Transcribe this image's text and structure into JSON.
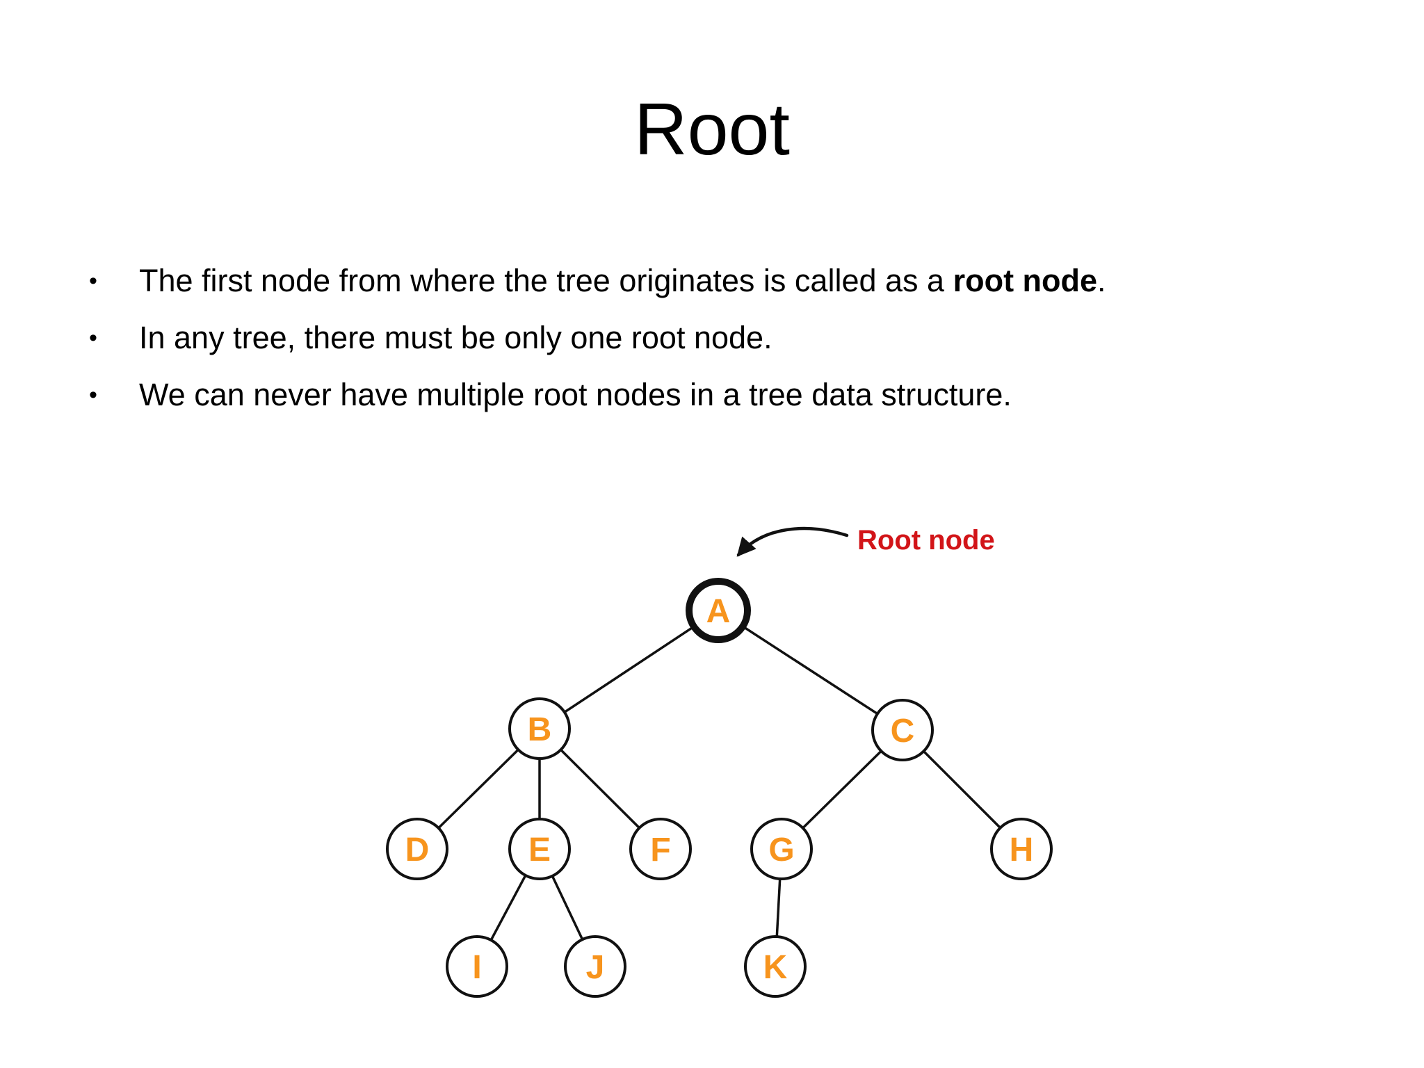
{
  "slide": {
    "title": "Root",
    "bullets": [
      {
        "pre": "The first node from where the tree originates is called as a ",
        "bold": "root node",
        "post": "."
      },
      {
        "pre": "In any tree, there must be only one root node.",
        "bold": "",
        "post": ""
      },
      {
        "pre": "We can never have multiple root nodes in a tree data structure.",
        "bold": "",
        "post": ""
      }
    ]
  },
  "diagram": {
    "root_label": "Root node",
    "root_label_color": "#D21418",
    "node_letter_color": "#F7941D",
    "line_color": "#111111",
    "background_color": "#FFFFFF",
    "root_node_id": "A",
    "nodes": [
      {
        "id": "A",
        "label": "A",
        "is_root": true
      },
      {
        "id": "B",
        "label": "B",
        "is_root": false
      },
      {
        "id": "C",
        "label": "C",
        "is_root": false
      },
      {
        "id": "D",
        "label": "D",
        "is_root": false
      },
      {
        "id": "E",
        "label": "E",
        "is_root": false
      },
      {
        "id": "F",
        "label": "F",
        "is_root": false
      },
      {
        "id": "G",
        "label": "G",
        "is_root": false
      },
      {
        "id": "H",
        "label": "H",
        "is_root": false
      },
      {
        "id": "I",
        "label": "I",
        "is_root": false
      },
      {
        "id": "J",
        "label": "J",
        "is_root": false
      },
      {
        "id": "K",
        "label": "K",
        "is_root": false
      }
    ],
    "edges": [
      [
        "A",
        "B"
      ],
      [
        "A",
        "C"
      ],
      [
        "B",
        "D"
      ],
      [
        "B",
        "E"
      ],
      [
        "B",
        "F"
      ],
      [
        "C",
        "G"
      ],
      [
        "C",
        "H"
      ],
      [
        "E",
        "I"
      ],
      [
        "E",
        "J"
      ],
      [
        "G",
        "K"
      ]
    ]
  }
}
